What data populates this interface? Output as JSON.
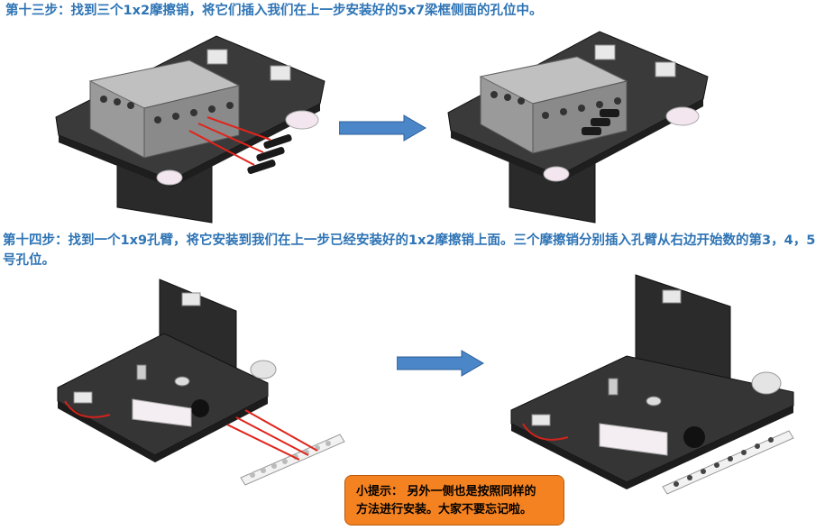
{
  "step13": {
    "text": "第十三步：找到三个1x2摩擦销，将它们插入我们在上一步安装好的5x7梁框侧面的孔位中。"
  },
  "step14": {
    "text": "第十四步：找到一个1x9孔臂，将它安装到我们在上一步已经安装好的1x2摩擦销上面。三个摩擦销分别插入孔臂从右边开始数的第3，4，5号孔位。"
  },
  "tip": {
    "line1": "小提示：  另外一侧也是按照同样的",
    "line2": "方法进行安装。大家不要忘记啦。"
  },
  "colors": {
    "heading": "#2e74b5",
    "arrow": "#4a86c8",
    "tip_bg": "#f58220",
    "red_lines": "#e0241b"
  },
  "icons": [
    "right-arrow-icon",
    "right-arrow-icon"
  ]
}
